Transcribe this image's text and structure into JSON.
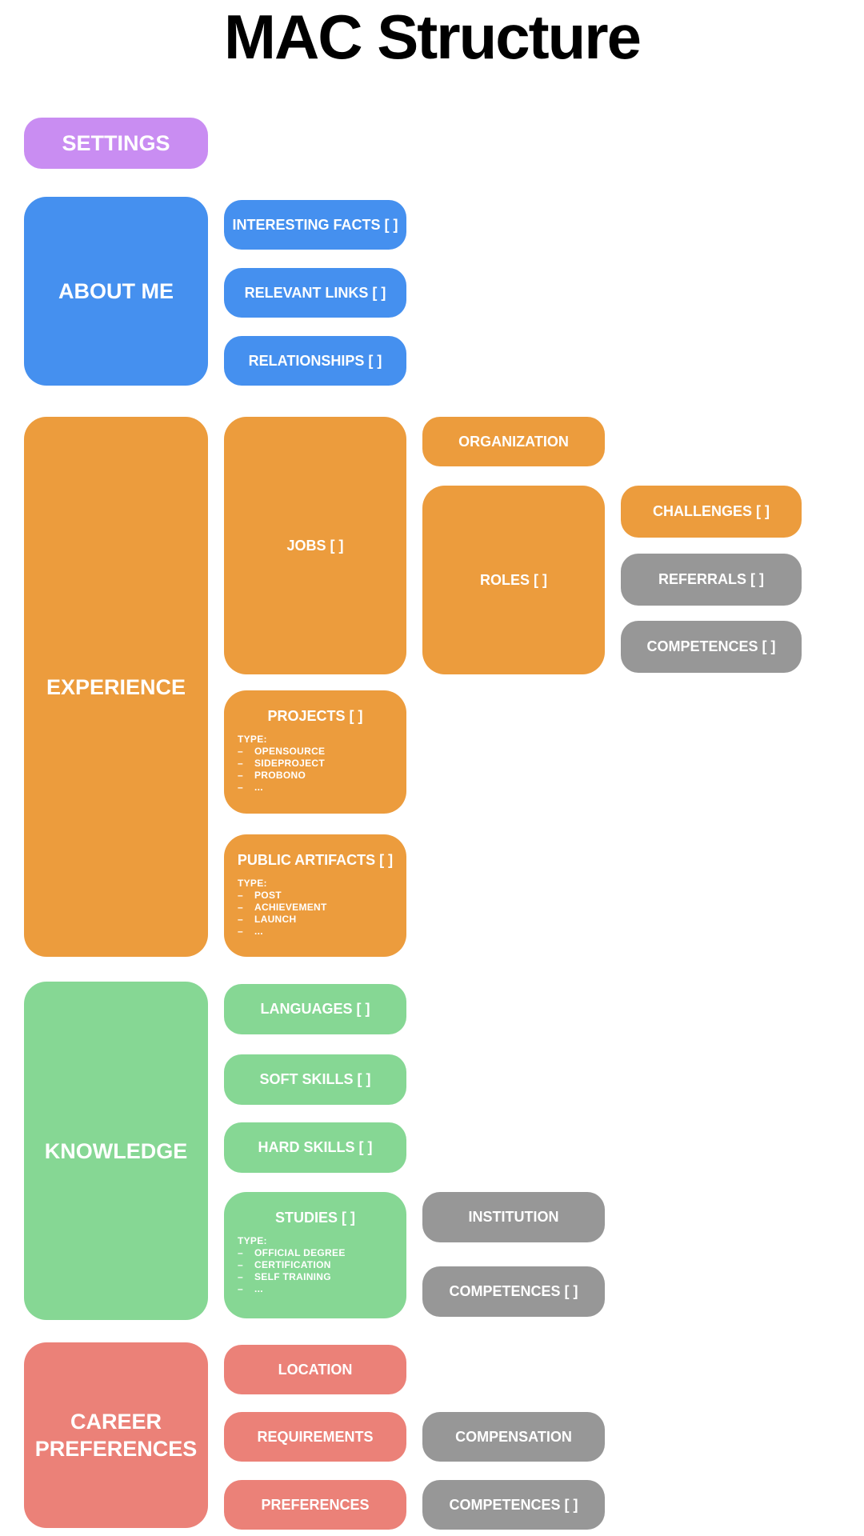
{
  "title": "MAC Structure",
  "ui": {
    "bullet": "–"
  },
  "colors": {
    "settings": "#c98df2",
    "about_me": "#4590ef",
    "experience": "#ec9c3d",
    "knowledge": "#86d794",
    "career_preferences": "#eb8178",
    "secondary": "#979797",
    "text": "#ffffff",
    "title": "#000000",
    "background": "#ffffff"
  },
  "settings": {
    "label": "SETTINGS"
  },
  "about": {
    "label": "ABOUT ME",
    "interesting_facts": "INTERESTING FACTS [ ]",
    "relevant_links": "RELEVANT LINKS [ ]",
    "relationships": "RELATIONSHIPS [ ]"
  },
  "experience": {
    "label": "EXPERIENCE",
    "jobs": "JOBS [ ]",
    "projects": {
      "label": "PROJECTS [ ]",
      "type_heading": "TYPE:",
      "types": [
        "OPENSOURCE",
        "SIDEPROJECT",
        "PROBONO",
        "..."
      ]
    },
    "public_artifacts": {
      "label": "PUBLIC ARTIFACTS [ ]",
      "type_heading": "TYPE:",
      "types": [
        "POST",
        "ACHIEVEMENT",
        "LAUNCH",
        "..."
      ]
    },
    "organization": "ORGANIZATION",
    "roles": "ROLES [ ]",
    "challenges": "CHALLENGES [ ]",
    "referrals": "REFERRALS [ ]",
    "competences": "COMPETENCES [ ]"
  },
  "knowledge": {
    "label": "KNOWLEDGE",
    "languages": "LANGUAGES [ ]",
    "soft_skills": "SOFT SKILLS [ ]",
    "hard_skills": "HARD SKILLS [ ]",
    "studies": {
      "label": "STUDIES [ ]",
      "type_heading": "TYPE:",
      "types": [
        "OFFICIAL DEGREE",
        "CERTIFICATION",
        "SELF TRAINING",
        "..."
      ]
    },
    "institution": "INSTITUTION",
    "competences": "COMPETENCES [ ]"
  },
  "career": {
    "label": "CAREER PREFERENCES",
    "location": "LOCATION",
    "requirements": "REQUIREMENTS",
    "preferences": "PREFERENCES",
    "compensation": "COMPENSATION",
    "competences": "COMPETENCES [ ]"
  }
}
